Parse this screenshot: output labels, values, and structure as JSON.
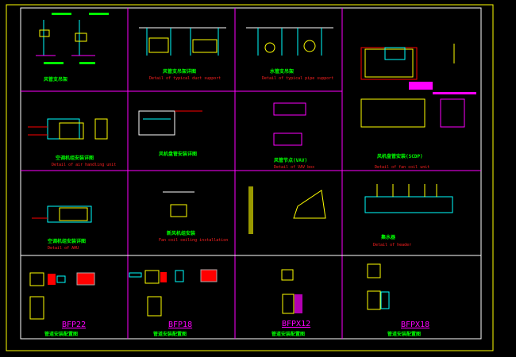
{
  "drawing": {
    "colors": {
      "background": "#000000",
      "frame": "#ffff00",
      "border": "#ffffff",
      "grid": "#ff00ff",
      "red": "#ff0000",
      "cyan": "#00ffff",
      "green": "#00ff00"
    },
    "cells": [
      {
        "caption": "风管支吊架",
        "sub": ""
      },
      {
        "caption": "风管支吊架详图",
        "sub": "Detail of typical duct support"
      },
      {
        "caption": "水管支吊架",
        "sub": "Detail of typical pipe support"
      },
      {
        "caption": "风机盘管安装(SCDP)",
        "sub": "Detail of fan coil unit"
      },
      {
        "caption": "空调机组安装详图",
        "sub": "Detail of air handling unit"
      },
      {
        "caption": "风机盘管安装详图",
        "sub": ""
      },
      {
        "caption": "风管节点(VAV)",
        "sub": "Detail of VAV box"
      },
      {
        "caption": "空调机组安装详图",
        "sub": "Detail of AHU"
      },
      {
        "caption": "新风机组安装",
        "sub": "Fan coil ceiling installation"
      },
      {
        "caption": "集水器",
        "sub": "Detail of header"
      }
    ],
    "units": [
      {
        "model": "BFP22",
        "caption": "管道安装配置图"
      },
      {
        "model": "BFP18",
        "caption": "管道安装配置图"
      },
      {
        "model": "BFPX12",
        "caption": "管道安装配置图"
      },
      {
        "model": "BFPX18",
        "caption": "管道安装配置图"
      }
    ]
  }
}
